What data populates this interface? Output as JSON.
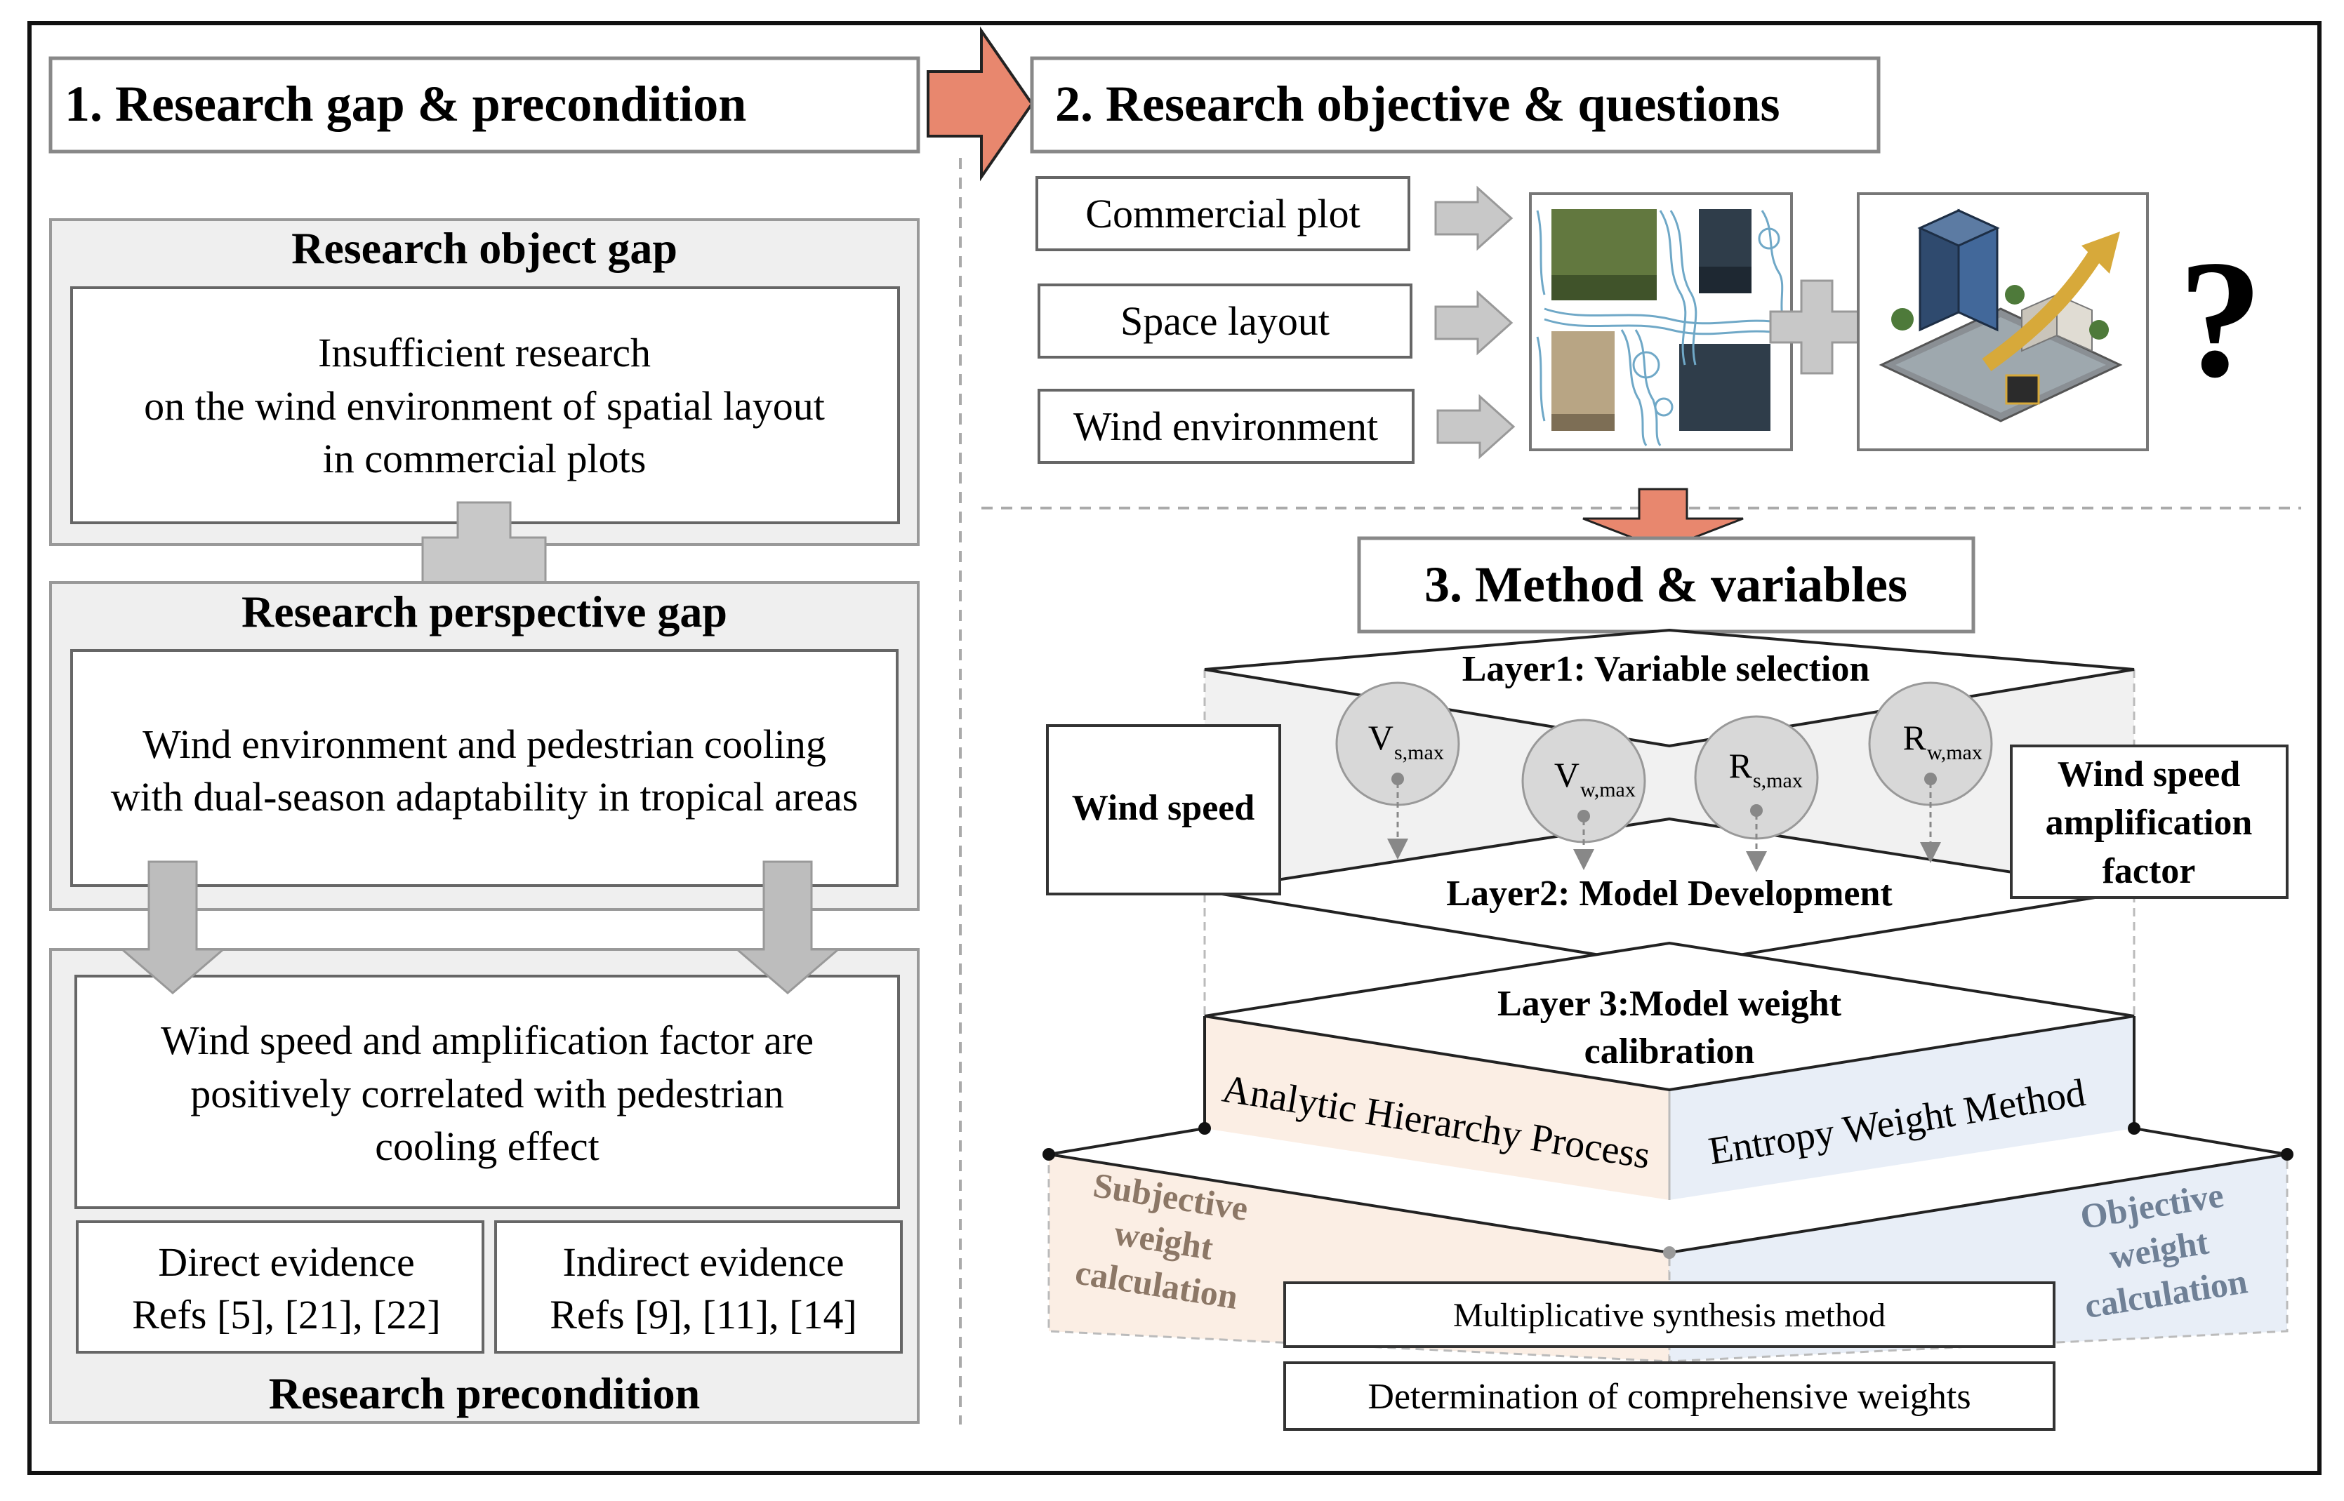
{
  "section1": {
    "header": "1. Research gap & precondition",
    "object_gap": {
      "title": "Research object gap",
      "lines": [
        "Insufficient research",
        "on the wind environment of spatial layout",
        "in commercial plots"
      ]
    },
    "perspective_gap": {
      "title": "Research perspective gap",
      "lines": [
        "Wind environment and pedestrian cooling",
        "with dual-season adaptability in tropical areas"
      ]
    },
    "precondition": {
      "lines": [
        "Wind speed and amplification factor are",
        "positively correlated with pedestrian",
        "cooling effect"
      ],
      "direct": [
        "Direct evidence",
        "Refs [5], [21], [22]"
      ],
      "indirect": [
        "Indirect evidence",
        "Refs [9], [11], [14]"
      ],
      "title": "Research precondition"
    }
  },
  "section2": {
    "header": "2. Research objective & questions",
    "labels": [
      "Commercial plot",
      "Space layout",
      "Wind environment"
    ],
    "question_mark": "?"
  },
  "section3": {
    "header": "3. Method & variables",
    "layer1": "Layer1: Variable selection",
    "layer2": "Layer2: Model Development",
    "layer3": [
      "Layer 3:Model weight",
      "calibration"
    ],
    "left_box": "Wind speed",
    "right_box": [
      "Wind speed",
      "amplification",
      "factor"
    ],
    "variables": [
      {
        "base": "V",
        "sub": "s,max"
      },
      {
        "base": "V",
        "sub": "w,max"
      },
      {
        "base": "R",
        "sub": "s,max"
      },
      {
        "base": "R",
        "sub": "w,max"
      }
    ],
    "ahp": "Analytic Hierarchy Process",
    "ewm": "Entropy Weight Method",
    "subjective": [
      "Subjective",
      "weight",
      "calculation"
    ],
    "objective": [
      "Objective",
      "weight",
      "calculation"
    ],
    "synthesis": "Multiplicative synthesis method",
    "determination": "Determination of comprehensive weights"
  },
  "colors": {
    "arrow_orange": "#E8876E",
    "panel_gray": "#EFEFEF",
    "gray_arrow": "#BDBDBD",
    "peach": "#FBEEE4",
    "light_blue": "#E8EEF7"
  }
}
